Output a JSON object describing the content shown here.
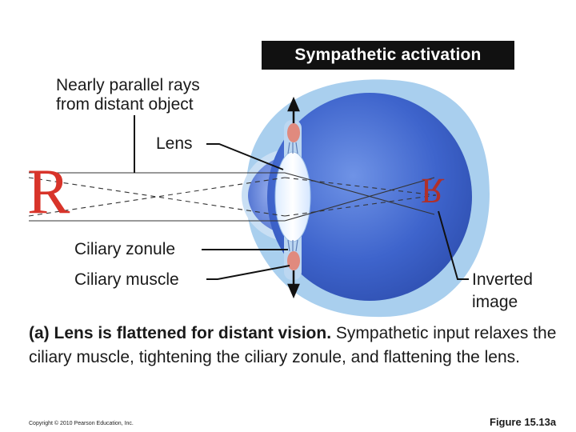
{
  "banner": "Sympathetic activation",
  "labels": {
    "rays_line1": "Nearly parallel rays",
    "rays_line2": "from distant object",
    "lens": "Lens",
    "ciliary_zonule": "Ciliary zonule",
    "ciliary_muscle": "Ciliary muscle",
    "inverted_line1": "Inverted",
    "inverted_line2": "image",
    "object_letter": "R",
    "image_letter": "R"
  },
  "caption": {
    "bold": "(a) Lens is flattened for distant vision.",
    "rest": " Sympathetic input relaxes the ciliary muscle, tightening the ciliary zonule, and flattening the lens."
  },
  "footer": {
    "copyright": "Copyright © 2010 Pearson Education, Inc.",
    "figure": "Figure 15.13a"
  },
  "colors": {
    "eye_outer": "#a9cfee",
    "eye_inner": "#3d63c9",
    "object_letter": "#d8342a",
    "image_letter": "#b0302a",
    "muscle": "#e08a7e",
    "lens": "#eef6ff"
  }
}
